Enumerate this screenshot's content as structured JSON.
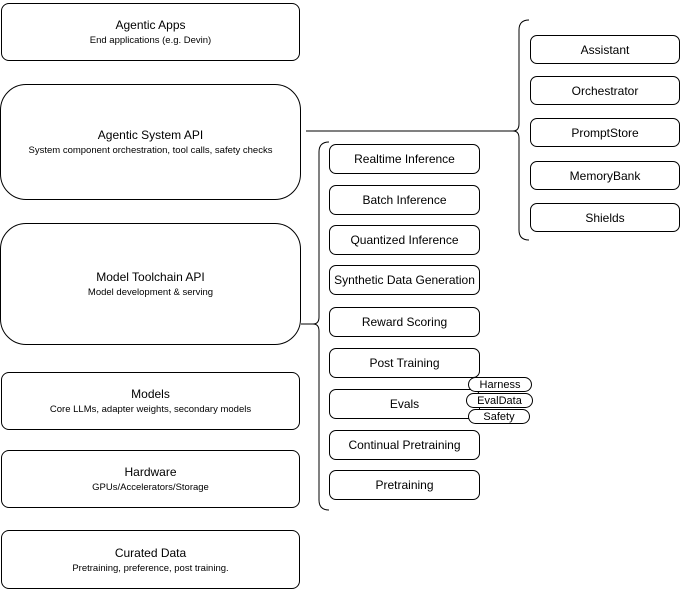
{
  "diagram": {
    "colors": {
      "stroke": "#000000",
      "background": "#ffffff",
      "box_fill": "#ffffff"
    },
    "left_column": {
      "boxes": [
        {
          "title": "Agentic Apps",
          "subtitle": "End applications (e.g. Devin)"
        },
        {
          "title": "Agentic System API",
          "subtitle": "System component orchestration, tool calls, safety checks"
        },
        {
          "title": "Model Toolchain API",
          "subtitle": "Model development & serving"
        },
        {
          "title": "Models",
          "subtitle": "Core LLMs, adapter weights, secondary models"
        },
        {
          "title": "Hardware",
          "subtitle": "GPUs/Accelerators/Storage"
        },
        {
          "title": "Curated Data",
          "subtitle": "Pretraining, preference, post training."
        }
      ]
    },
    "middle_column": {
      "items": [
        {
          "label": "Realtime Inference"
        },
        {
          "label": "Batch Inference"
        },
        {
          "label": "Quantized Inference"
        },
        {
          "label": "Synthetic Data Generation"
        },
        {
          "label": "Reward Scoring"
        },
        {
          "label": "Post Training"
        },
        {
          "label": "Evals"
        },
        {
          "label": "Continual Pretraining"
        },
        {
          "label": "Pretraining"
        }
      ]
    },
    "eval_tags": {
      "items": [
        "Harness",
        "EvalData",
        "Safety"
      ]
    },
    "right_column": {
      "items": [
        {
          "label": "Assistant"
        },
        {
          "label": "Orchestrator"
        },
        {
          "label": "PromptStore"
        },
        {
          "label": "MemoryBank"
        },
        {
          "label": "Shields"
        }
      ]
    }
  }
}
